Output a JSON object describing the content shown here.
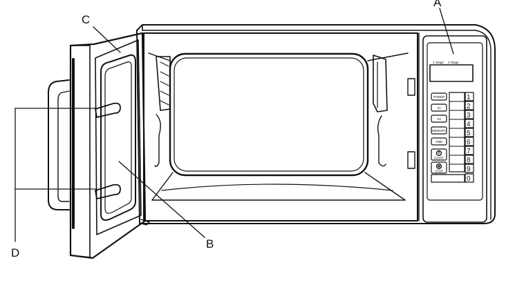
{
  "callouts": {
    "a": "A",
    "b": "B",
    "c": "C",
    "d": "D"
  },
  "display_labels": {
    "stage1": "1 Stage",
    "stage2": "2 Stage"
  },
  "buttons": {
    "power": "POWER",
    "x2": "X2",
    "x3": "X3",
    "memory": "MEMORY",
    "time": "TIME",
    "start": "START",
    "stop": "STOP"
  },
  "keypad_digits": [
    "1",
    "2",
    "3",
    "4",
    "5",
    "6",
    "7",
    "8",
    "9",
    "0"
  ],
  "colors": {
    "line": "#111111",
    "background": "#ffffff"
  }
}
